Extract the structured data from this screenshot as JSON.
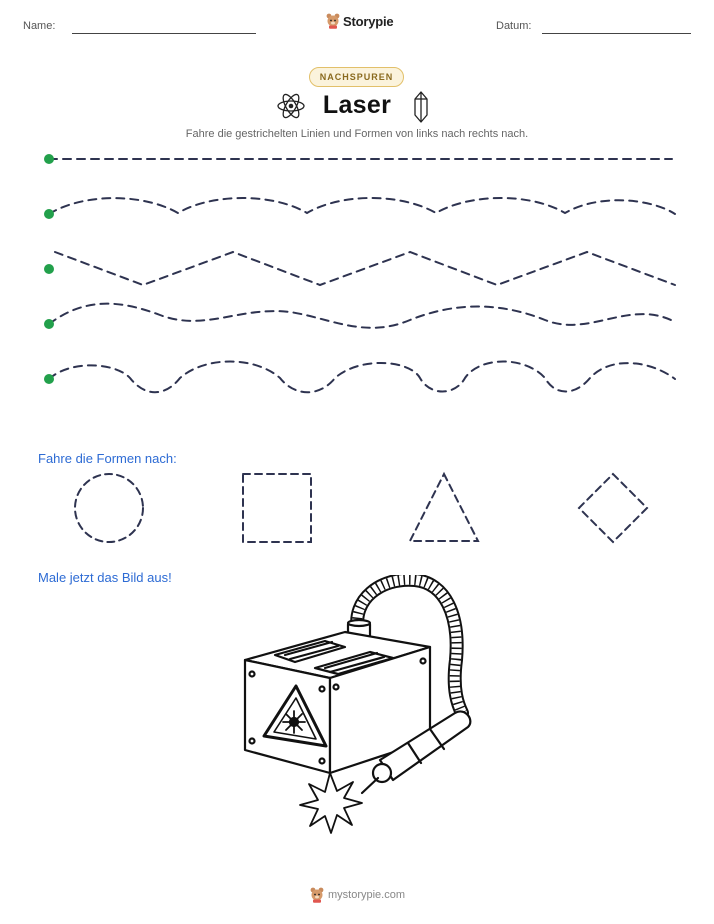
{
  "header": {
    "name_label": "Name:",
    "date_label": "Datum:",
    "brand_name": "Storypie",
    "brand_icon": "bear-mascot-icon"
  },
  "worksheet": {
    "badge": "NACHSPUREN",
    "title": "Laser",
    "left_icon": "atom-icon",
    "right_icon": "crystal-icon",
    "instruction": "Fahre die gestrichelten Linien und Formen von links nach rechts nach."
  },
  "tracing_lines": [
    {
      "type": "straight"
    },
    {
      "type": "wave"
    },
    {
      "type": "zigzag"
    },
    {
      "type": "wave"
    },
    {
      "type": "bumpy-wave"
    }
  ],
  "shapes_section": {
    "heading": "Fahre die Formen nach:",
    "shapes": [
      "circle",
      "square",
      "triangle",
      "diamond"
    ]
  },
  "coloring_section": {
    "heading": "Male jetzt das Bild aus!",
    "illustration": "laser-device-illustration"
  },
  "footer": {
    "text": "mystorypie.com",
    "icon": "bear-mascot-icon"
  },
  "colors": {
    "accent_blue": "#2d6bd4",
    "start_dot_green": "#22a04b",
    "dash_navy": "#2e3350",
    "badge_border": "#e2c06a",
    "badge_fill": "#fbf3dc",
    "badge_text": "#8a6a1e"
  }
}
